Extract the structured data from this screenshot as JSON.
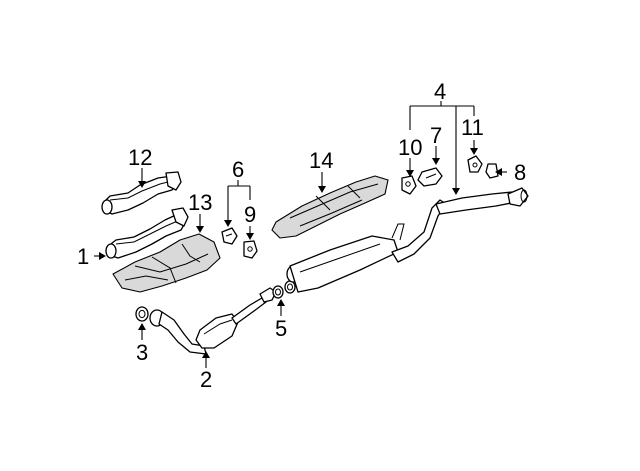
{
  "callouts": [
    {
      "id": "1",
      "label": "1"
    },
    {
      "id": "2",
      "label": "2"
    },
    {
      "id": "3",
      "label": "3"
    },
    {
      "id": "4",
      "label": "4"
    },
    {
      "id": "5",
      "label": "5"
    },
    {
      "id": "6",
      "label": "6"
    },
    {
      "id": "7",
      "label": "7"
    },
    {
      "id": "8",
      "label": "8"
    },
    {
      "id": "9",
      "label": "9"
    },
    {
      "id": "10",
      "label": "10"
    },
    {
      "id": "11",
      "label": "11"
    },
    {
      "id": "12",
      "label": "12"
    },
    {
      "id": "13",
      "label": "13"
    },
    {
      "id": "14",
      "label": "14"
    }
  ],
  "colors": {
    "line": "#000000",
    "part_fill": "#ffffff",
    "shield_fill": "#d9d9d9",
    "background": "#ffffff"
  }
}
